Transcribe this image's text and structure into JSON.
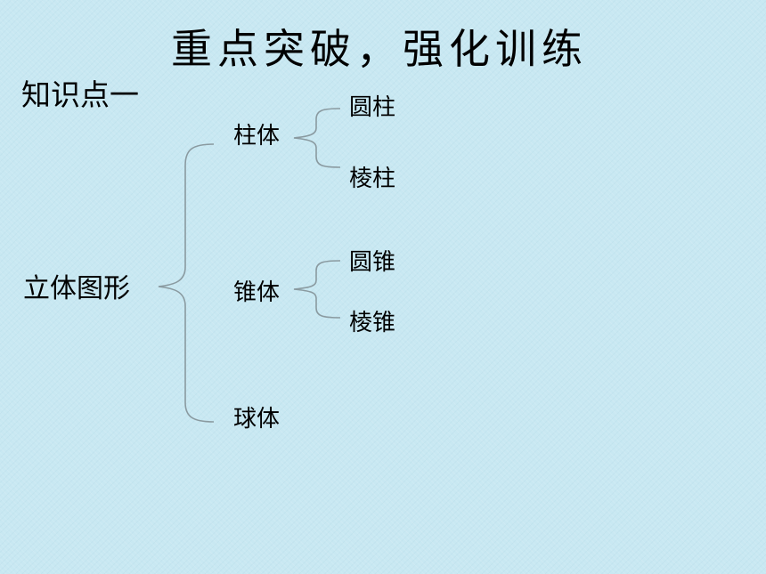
{
  "title": "重点突破，强化训练",
  "subtitle": "知识点一",
  "tree": {
    "root": "立体图形",
    "branches": [
      {
        "label": "柱体",
        "leaves": [
          "圆柱",
          "棱柱"
        ]
      },
      {
        "label": "锥体",
        "leaves": [
          "圆锥",
          "棱锥"
        ]
      },
      {
        "label": "球体",
        "leaves": []
      }
    ]
  },
  "colors": {
    "background": "#c8e8f2",
    "text": "#000000",
    "brace": "#8a9aa0"
  }
}
